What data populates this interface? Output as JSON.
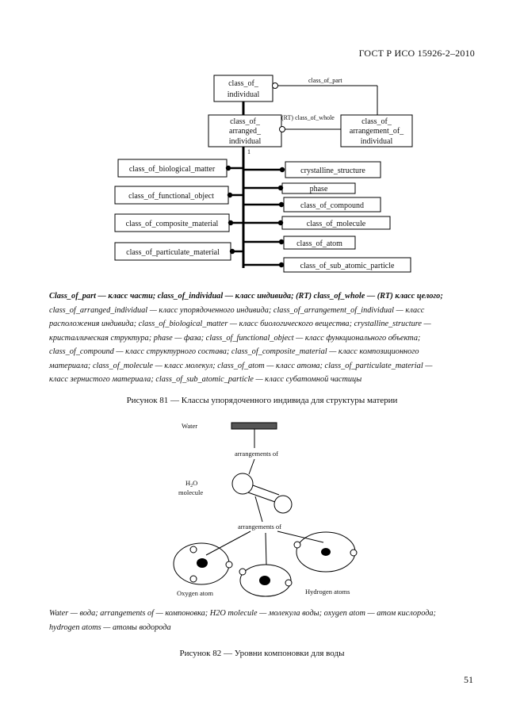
{
  "header": {
    "standard": "ГОСТ Р ИСО 15926-2–2010"
  },
  "figure81": {
    "boxes": {
      "class_of_individual": [
        "class_of_",
        "individual"
      ],
      "class_of_arranged_individual": [
        "class_of_",
        "arranged_",
        "individual"
      ],
      "class_of_arrangement_of_individual": [
        "class_of_",
        "arrangement_of_",
        "individual"
      ],
      "class_of_biological_matter": "class_of_biological_matter",
      "class_of_functional_object": "class_of_functional_object",
      "class_of_composite_material": "class_of_composite_material",
      "class_of_particulate_material": "class_of_particulate_material",
      "crystalline_structure": "crystalline_structure",
      "phase": "phase",
      "class_of_compound": "class_of_compound",
      "class_of_molecule": "class_of_molecule",
      "class_of_atom": "class_of_atom",
      "class_of_sub_atomic_particle": "class_of_sub_atomic_particle"
    },
    "rel_labels": {
      "class_of_part": "class_of_part",
      "class_of_whole": "(RT) class_of_whole",
      "cardinality": "1"
    },
    "legend": [
      {
        "t": "Class_of_part — класс части; class_of_individual — класс индивида; (RT) class_of_whole — (RT) класс целого;",
        "b": true
      },
      {
        "t": "class_of_arranged_individual — класс упорядоченного индивида; class_of_arrangement_of_individual — класс",
        "b": false
      },
      {
        "t": "расположения индивида; class_of_biological_matter — класс биологического вещества; crystalline_structure —",
        "b": false
      },
      {
        "t": "кристаллическая структура; phase — фаза; class_of_functional_object — класс функционального объекта;",
        "b": false
      },
      {
        "t": "class_of_compound — класс структурного состава; class_of_composite_material — класс композиционного",
        "b": false
      },
      {
        "t": "материала; class_of_molecule — класс молекул; class_of_atom — класс атома; class_of_particulate_material —",
        "b": false
      },
      {
        "t": "класс зернистого материала; class_of_sub_atomic_particle — класс субатомной частицы",
        "b": false
      }
    ],
    "caption": "Рисунок 81 — Классы упорядоченного индивида для структуры материи"
  },
  "figure82": {
    "labels": {
      "water": "Water",
      "arrangements_of_1": "arrangements of",
      "h2o_molecule": "H2O molecule",
      "h2o_line1": "H",
      "h2o_sub": "2",
      "h2o_line1_end": "O",
      "h2o_line2": "molecule",
      "arrangements_of_2": "arrangements of",
      "oxygen_atom": "Oxygen atom",
      "hydrogen_atoms": "Hydrogen atoms"
    },
    "legend": [
      "Water — вода; arrangements of — компоновка; H2O molecule — молекула воды; oxygen atom — атом кислорода;",
      "hydrogen atoms — атомы водорода"
    ],
    "caption": "Рисунок 82 — Уровни компоновки для воды"
  },
  "page_number": "51"
}
